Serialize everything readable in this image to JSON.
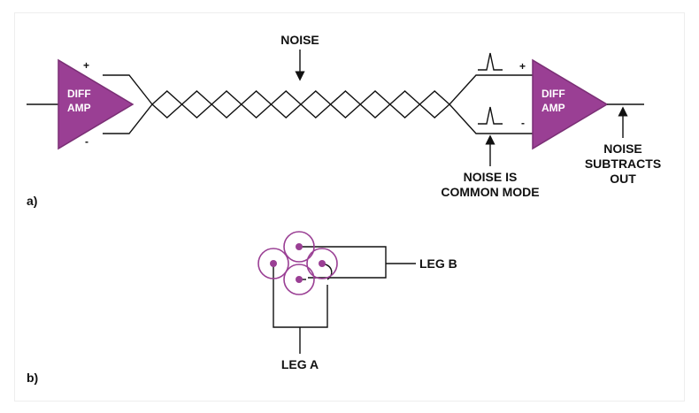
{
  "diagram_a": {
    "panel_label": "a)",
    "left_amp_label_line1": "DIFF",
    "left_amp_label_line2": "AMP",
    "right_amp_label_line1": "DIFF",
    "right_amp_label_line2": "AMP",
    "plus_sign": "+",
    "minus_sign": "-",
    "noise_label": "NOISE",
    "common_mode_line1": "NOISE IS",
    "common_mode_line2": "COMMON MODE",
    "subtracts_line1": "NOISE",
    "subtracts_line2": "SUBTRACTS",
    "subtracts_line3": "OUT"
  },
  "diagram_b": {
    "panel_label": "b)",
    "leg_a_label": "LEG A",
    "leg_b_label": "LEG B"
  },
  "colors": {
    "amp_fill": "#9a3f94",
    "wire": "#111111"
  }
}
